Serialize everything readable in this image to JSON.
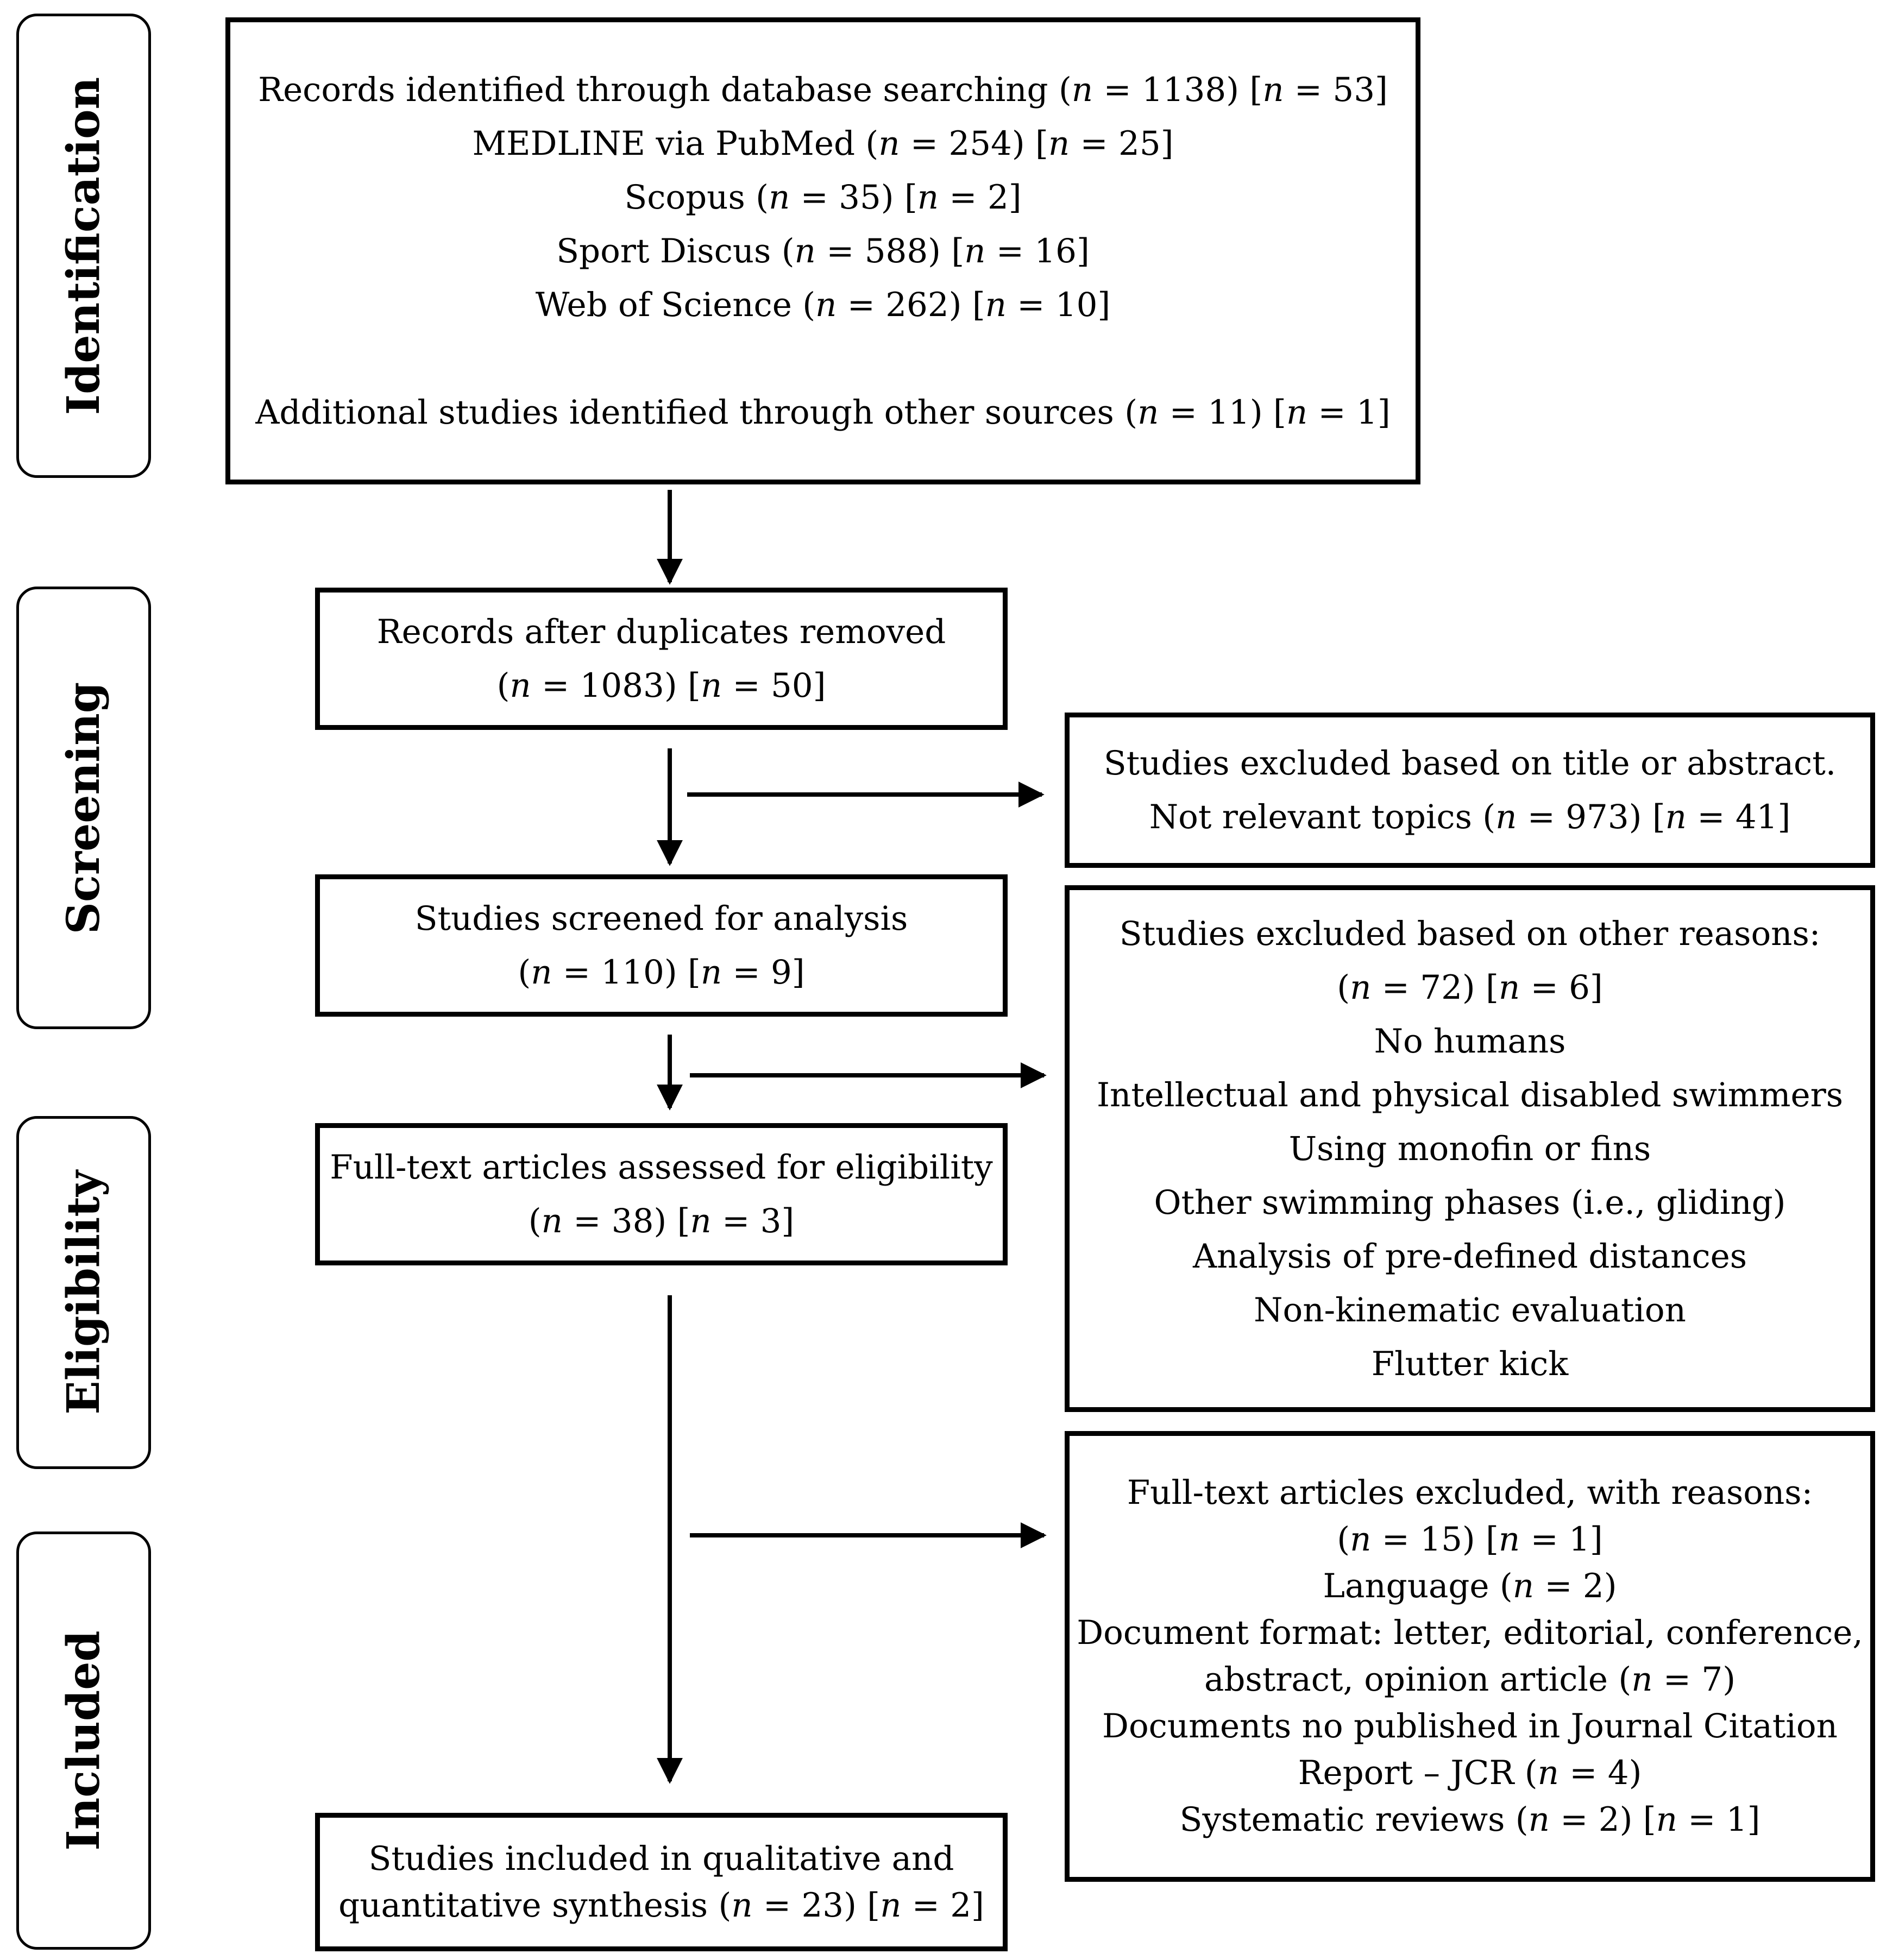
{
  "phases": {
    "identification": "Identification",
    "screening": "Screening",
    "eligibility": "Eligibility",
    "included": "Included"
  },
  "identification_box": {
    "l1": {
      "a": "Records identified through database searching (",
      "n1": "n",
      "b": " = 1138) [",
      "n2": "n",
      "c": " = 53]"
    },
    "l2": {
      "a": "MEDLINE via PubMed (",
      "n1": "n",
      "b": " = 254) [",
      "n2": "n",
      "c": " = 25]"
    },
    "l3": {
      "a": "Scopus (",
      "n1": "n",
      "b": " = 35) [",
      "n2": "n",
      "c": " = 2]"
    },
    "l4": {
      "a": "Sport Discus (",
      "n1": "n",
      "b": " = 588) [",
      "n2": "n",
      "c": " = 16]"
    },
    "l5": {
      "a": "Web of Science (",
      "n1": "n",
      "b": " = 262) [",
      "n2": "n",
      "c": " = 10]"
    },
    "l6": {
      "a": "Additional studies identified through other sources (",
      "n1": "n",
      "b": " = 11) [",
      "n2": "n",
      "c": " = 1]"
    }
  },
  "duplicates_box": {
    "l1": "Records after duplicates removed",
    "l2": {
      "a": "(",
      "n1": "n",
      "b": " = 1083) [",
      "n2": "n",
      "c": " = 50]"
    }
  },
  "excluded_title_box": {
    "l1": "Studies excluded based on title or abstract.",
    "l2": {
      "a": "Not relevant topics (",
      "n1": "n",
      "b": " = 973) [",
      "n2": "n",
      "c": " = 41]"
    }
  },
  "screened_box": {
    "l1": "Studies screened for analysis",
    "l2": {
      "a": "(",
      "n1": "n",
      "b": " = 110) [",
      "n2": "n",
      "c": " = 9]"
    }
  },
  "excluded_other_box": {
    "l1": "Studies excluded based on other reasons:",
    "l2": {
      "a": "(",
      "n1": "n",
      "b": " = 72) [",
      "n2": "n",
      "c": " = 6]"
    },
    "reasons": [
      "No humans",
      "Intellectual and physical disabled swimmers",
      "Using monofin or fins",
      "Other swimming phases (i.e., gliding)",
      "Analysis of pre-defined distances",
      "Non-kinematic evaluation",
      "Flutter kick"
    ]
  },
  "fulltext_box": {
    "l1": "Full-text articles assessed for eligibility",
    "l2": {
      "a": "(",
      "n1": "n",
      "b": " = 38) [",
      "n2": "n",
      "c": " = 3]"
    }
  },
  "fulltext_excluded_box": {
    "l1": "Full-text articles excluded, with reasons:",
    "l2": {
      "a": "(",
      "n1": "n",
      "b": " = 15) [",
      "n2": "n",
      "c": " = 1]"
    },
    "l3": {
      "a": "Language (",
      "n1": "n",
      "c": " = 2)"
    },
    "l4": "Document format: letter, editorial, conference,",
    "l5": {
      "a": "abstract, opinion article (",
      "n1": "n",
      "c": " = 7)"
    },
    "l6": "Documents no published in Journal Citation",
    "l7": {
      "a": "Report – JCR (",
      "n1": "n",
      "c": " = 4)"
    },
    "l8": {
      "a": "Systematic reviews (",
      "n1": "n",
      "b": " = 2) [",
      "n2": "n",
      "c": " = 1]"
    }
  },
  "included_box": {
    "l1": "Studies included in qualitative and",
    "l2": {
      "a": "quantitative synthesis (",
      "n1": "n",
      "b": " = 23) [",
      "n2": "n",
      "c": " = 2]"
    }
  }
}
